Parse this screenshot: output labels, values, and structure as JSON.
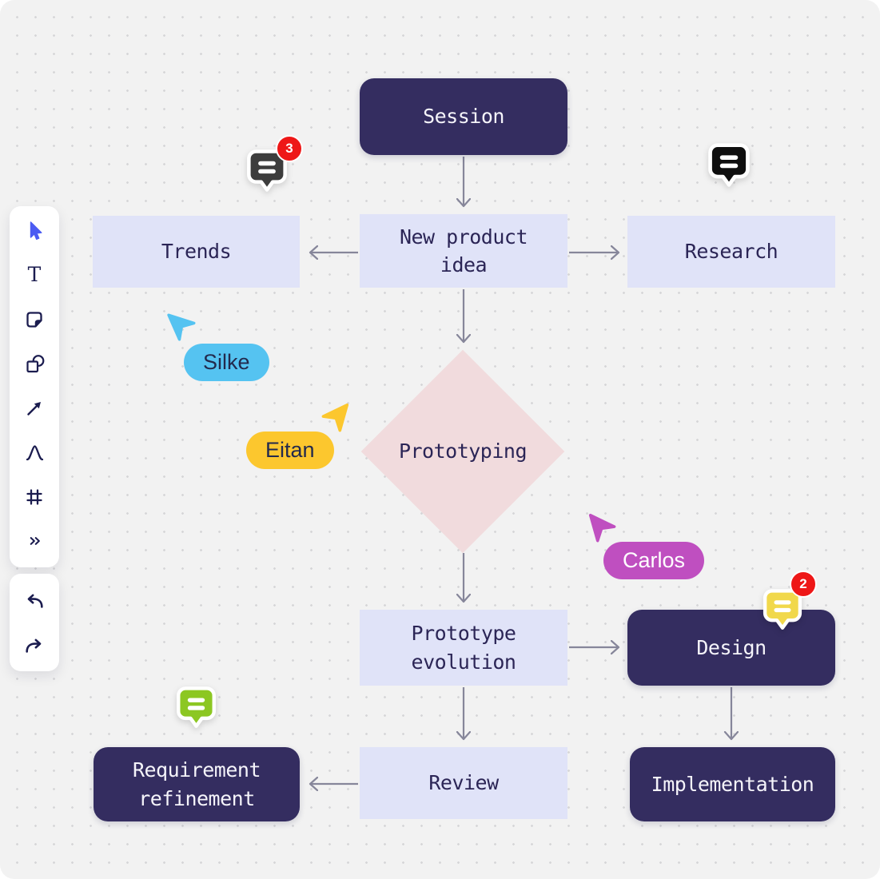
{
  "app": {
    "type": "collaborative-whiteboard-canvas"
  },
  "toolbar": {
    "tools": [
      "select-cursor",
      "text-tool",
      "sticky-note-tool",
      "shapes-tool",
      "connector-arrow-tool",
      "pen-tool",
      "frame-tool",
      "more-tools"
    ],
    "history": [
      "undo",
      "redo"
    ]
  },
  "nodes": {
    "session": "Session",
    "trends": "Trends",
    "new_product_idea": "New product idea",
    "research": "Research",
    "prototyping": "Prototyping",
    "prototype_evolution": "Prototype evolution",
    "design": "Design",
    "review": "Review",
    "requirement_refinement": "Requirement refinement",
    "implementation": "Implementation"
  },
  "edges": [
    {
      "from": "session",
      "to": "new_product_idea"
    },
    {
      "from": "new_product_idea",
      "to": "trends"
    },
    {
      "from": "new_product_idea",
      "to": "research"
    },
    {
      "from": "new_product_idea",
      "to": "prototyping"
    },
    {
      "from": "prototyping",
      "to": "prototype_evolution"
    },
    {
      "from": "prototype_evolution",
      "to": "design"
    },
    {
      "from": "prototype_evolution",
      "to": "review"
    },
    {
      "from": "design",
      "to": "implementation"
    },
    {
      "from": "review",
      "to": "requirement_refinement"
    }
  ],
  "collaborators": {
    "silke": {
      "name": "Silke",
      "color": "#55c3f1"
    },
    "eitan": {
      "name": "Eitan",
      "color": "#fcc72e"
    },
    "carlos": {
      "name": "Carlos",
      "color": "#bf4fc0"
    }
  },
  "comments": {
    "trends": {
      "count": "3",
      "color": "#3d3d3d"
    },
    "research": {
      "color": "#0f0f0f"
    },
    "design": {
      "count": "2",
      "color": "#f1d84b"
    },
    "requirement": {
      "color": "#8cc722"
    }
  },
  "colors": {
    "node_dark": "#342d60",
    "node_light": "#e0e3f8",
    "diamond": "#f1dbdd",
    "arrow": "#86869a",
    "badge": "#ee1717",
    "canvas_bg": "#f2f2f2",
    "select_tool": "#4b5bf2"
  }
}
